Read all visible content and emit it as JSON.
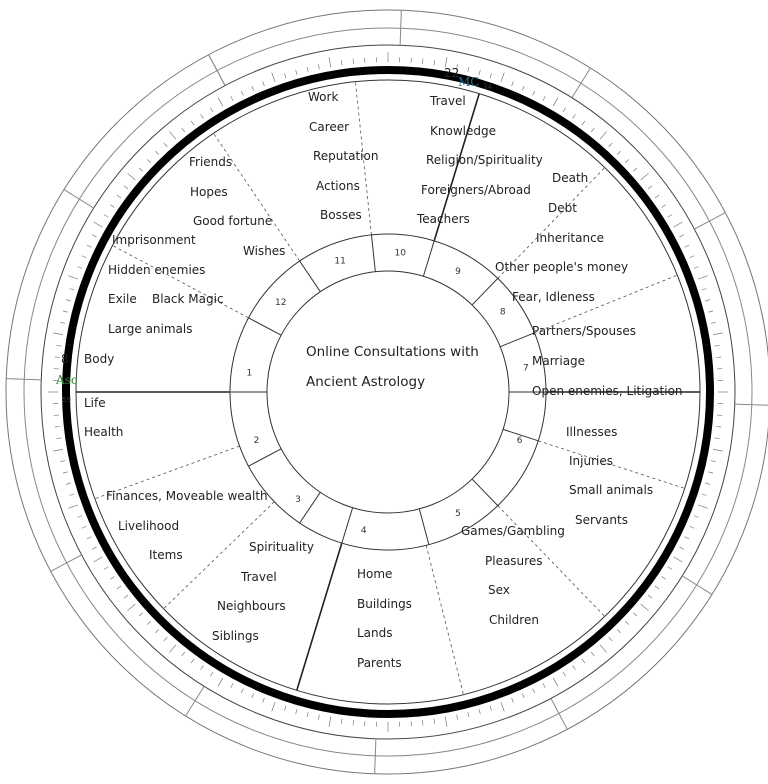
{
  "center": {
    "line1": "Online Consultations with",
    "line2": "Ancient Astrology"
  },
  "angles": {
    "asc": {
      "label": "Asc",
      "deg": "8",
      "min": "59",
      "color": "#2e8b2e"
    },
    "mc": {
      "label": "MC",
      "deg": "22",
      "min": "34",
      "color": "#1f6f8b"
    }
  },
  "house_numbers": [
    "1",
    "2",
    "3",
    "4",
    "5",
    "6",
    "7",
    "8",
    "9",
    "10",
    "11",
    "12"
  ],
  "houses": {
    "h1": [
      "Body",
      "Life",
      "Health"
    ],
    "h2": [
      "Finances, Moveable wealth",
      "Livelihood",
      "Items"
    ],
    "h3": [
      "Spirituality",
      "Travel",
      "Neighbours",
      "Siblings"
    ],
    "h4": [
      "Home",
      "Buildings",
      "Lands",
      "Parents"
    ],
    "h5": [
      "Games/Gambling",
      "Pleasures",
      "Sex",
      "Children"
    ],
    "h6": [
      "Illnesses",
      "Injuries",
      "Small animals",
      "Servants"
    ],
    "h7": [
      "Partners/Spouses",
      "Marriage",
      "Open enemies, Litigation"
    ],
    "h8": [
      "Death",
      "Debt",
      "Inheritance",
      "Other people's money",
      "Fear, Idleness"
    ],
    "h9": [
      "Travel",
      "Knowledge",
      "Religion/Spirituality",
      "Foreigners/Abroad",
      "Teachers"
    ],
    "h10": [
      "Work",
      "Career",
      "Reputation",
      "Actions",
      "Bosses"
    ],
    "h11": [
      "Friends",
      "Hopes",
      "Good fortune",
      "Wishes"
    ],
    "h12": [
      "Imprisonment",
      "Hidden enemies",
      "Exile",
      "Black Magic",
      "Large animals"
    ]
  }
}
